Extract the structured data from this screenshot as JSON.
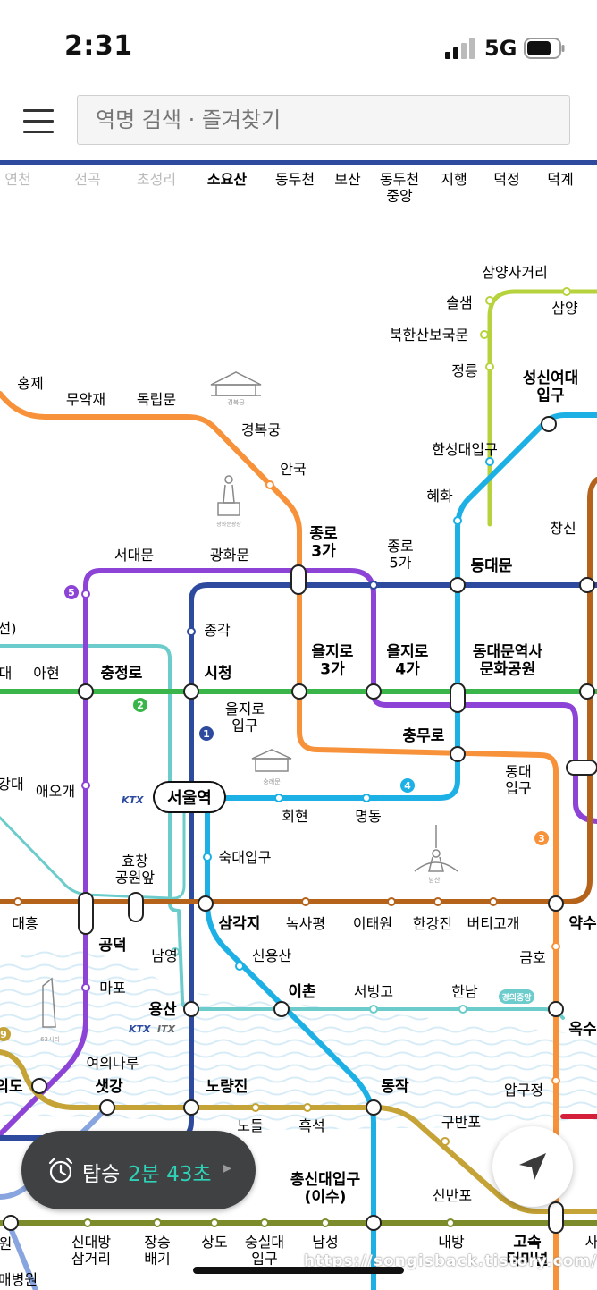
{
  "status_bar": {
    "time": "2:31",
    "network": "5G"
  },
  "search": {
    "placeholder": "역명 검색 · 즐겨찾기"
  },
  "colors": {
    "line1": "#2d4a9e",
    "line2": "#3ab54a",
    "line3": "#f7923a",
    "line4": "#1cb0e5",
    "line5": "#8c43d6",
    "line6": "#b5621a",
    "line7": "#7d8c2a",
    "line9": "#c5a336",
    "gyeongui": "#6ccccc",
    "ui_line": "#b6d33d",
    "ap_rail": "#2e6fd0",
    "teal_accent": "#2ed3b7"
  },
  "line_badges": [
    "5",
    "2",
    "1",
    "4",
    "3",
    "9",
    "경의중앙"
  ],
  "stations": [
    {
      "name": "연천",
      "faded": true
    },
    {
      "name": "전곡",
      "faded": true
    },
    {
      "name": "초성리",
      "faded": true
    },
    {
      "name": "소요산"
    },
    {
      "name": "동두천"
    },
    {
      "name": "보산"
    },
    {
      "name": "동두천\n중앙"
    },
    {
      "name": "지행"
    },
    {
      "name": "덕정"
    },
    {
      "name": "덕계"
    },
    {
      "name": "삼양사거리"
    },
    {
      "name": "솔샘"
    },
    {
      "name": "삼양"
    },
    {
      "name": "북한산보국문"
    },
    {
      "name": "정릉"
    },
    {
      "name": "성신여대\n입구",
      "major": true
    },
    {
      "name": "홍제"
    },
    {
      "name": "무악재"
    },
    {
      "name": "독립문"
    },
    {
      "name": "경복궁"
    },
    {
      "name": "안국"
    },
    {
      "name": "한성대입구"
    },
    {
      "name": "혜화"
    },
    {
      "name": "창신"
    },
    {
      "name": "종로\n3가",
      "major": true
    },
    {
      "name": "서대문"
    },
    {
      "name": "광화문"
    },
    {
      "name": "종로\n5가"
    },
    {
      "name": "동대문",
      "major": true
    },
    {
      "name": "선)"
    },
    {
      "name": "종각"
    },
    {
      "name": "대"
    },
    {
      "name": "아현"
    },
    {
      "name": "충정로",
      "major": true
    },
    {
      "name": "시청",
      "major": true
    },
    {
      "name": "을지로\n3가",
      "major": true
    },
    {
      "name": "을지로\n4가",
      "major": true
    },
    {
      "name": "동대문역사\n문화공원",
      "major": true
    },
    {
      "name": "을지로\n입구"
    },
    {
      "name": "충무로",
      "major": true
    },
    {
      "name": "동대\n입구"
    },
    {
      "name": "강대"
    },
    {
      "name": "애오개"
    },
    {
      "name": "서울역",
      "major": true
    },
    {
      "name": "회현"
    },
    {
      "name": "명동"
    },
    {
      "name": "숙대입구"
    },
    {
      "name": "효창\n공원앞"
    },
    {
      "name": "대흥"
    },
    {
      "name": "삼각지",
      "major": true
    },
    {
      "name": "녹사평"
    },
    {
      "name": "이태원"
    },
    {
      "name": "한강진"
    },
    {
      "name": "버티고개"
    },
    {
      "name": "약수",
      "major": true
    },
    {
      "name": "공덕",
      "major": true
    },
    {
      "name": "남영"
    },
    {
      "name": "신용산"
    },
    {
      "name": "금호"
    },
    {
      "name": "마포"
    },
    {
      "name": "용산",
      "major": true
    },
    {
      "name": "이촌",
      "major": true
    },
    {
      "name": "서빙고"
    },
    {
      "name": "한남"
    },
    {
      "name": "옥수",
      "major": true
    },
    {
      "name": "여의나루"
    },
    {
      "name": "의도",
      "major": true
    },
    {
      "name": "샛강",
      "major": true
    },
    {
      "name": "노량진",
      "major": true
    },
    {
      "name": "동작",
      "major": true
    },
    {
      "name": "압구정"
    },
    {
      "name": "노들"
    },
    {
      "name": "흑석"
    },
    {
      "name": "구반포"
    },
    {
      "name": "총신대입구\n(이수)",
      "major": true
    },
    {
      "name": "신반포"
    },
    {
      "name": "원"
    },
    {
      "name": "신대방\n삼거리"
    },
    {
      "name": "장승\n배기"
    },
    {
      "name": "상도"
    },
    {
      "name": "숭실대\n입구"
    },
    {
      "name": "남성"
    },
    {
      "name": "내방"
    },
    {
      "name": "고속\n터미널",
      "major": true
    },
    {
      "name": "매병원"
    },
    {
      "name": "사"
    }
  ],
  "landmarks": [
    "경복궁",
    "광화문광장",
    "숭례문",
    "남산",
    "63시티"
  ],
  "rail_logos": [
    "KTX",
    "KTX",
    "ITX"
  ],
  "timer": {
    "label": "탑승",
    "value": "2분 43초"
  },
  "watermark": "https://songisback.tistory.com/"
}
